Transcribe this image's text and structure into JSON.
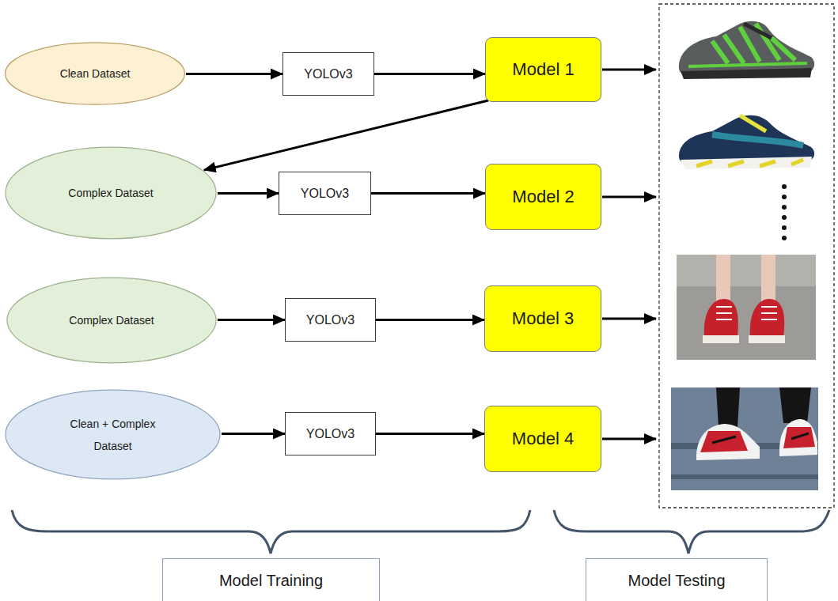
{
  "diagram": {
    "nodes": [
      {
        "text": [
          "Clean Dataset"
        ]
      },
      {
        "text": [
          "YOLOv3"
        ]
      },
      {
        "text": [
          "Model 1"
        ]
      },
      {
        "text": [
          "Complex Dataset"
        ]
      },
      {
        "text": [
          "YOLOv3"
        ]
      },
      {
        "text": [
          "Model 2"
        ]
      },
      {
        "text": [
          "Complex Dataset"
        ]
      },
      {
        "text": [
          "YOLOv3"
        ]
      },
      {
        "text": [
          "Model 3"
        ]
      },
      {
        "text": [
          "Clean + Complex Dataset"
        ]
      },
      {
        "text": [
          "YOLOv3"
        ]
      },
      {
        "text": [
          "Model 4"
        ]
      },
      {
        "text": [
          "Model Training"
        ]
      },
      {
        "text": [
          "Model Testing"
        ]
      }
    ],
    "edges": [
      {
        "from": 0,
        "to": 1,
        "arrow": "to"
      },
      {
        "from": 1,
        "to": 2,
        "arrow": "to"
      },
      {
        "from": 2,
        "to": 3,
        "arrow": "to"
      },
      {
        "from": 3,
        "to": 4,
        "arrow": "to"
      },
      {
        "from": 4,
        "to": 5,
        "arrow": "to"
      },
      {
        "from": 6,
        "to": 7,
        "arrow": "to"
      },
      {
        "from": 7,
        "to": 8,
        "arrow": "to"
      },
      {
        "from": 9,
        "to": 10,
        "arrow": "to"
      },
      {
        "from": 10,
        "to": 11,
        "arrow": "to"
      }
    ]
  }
}
